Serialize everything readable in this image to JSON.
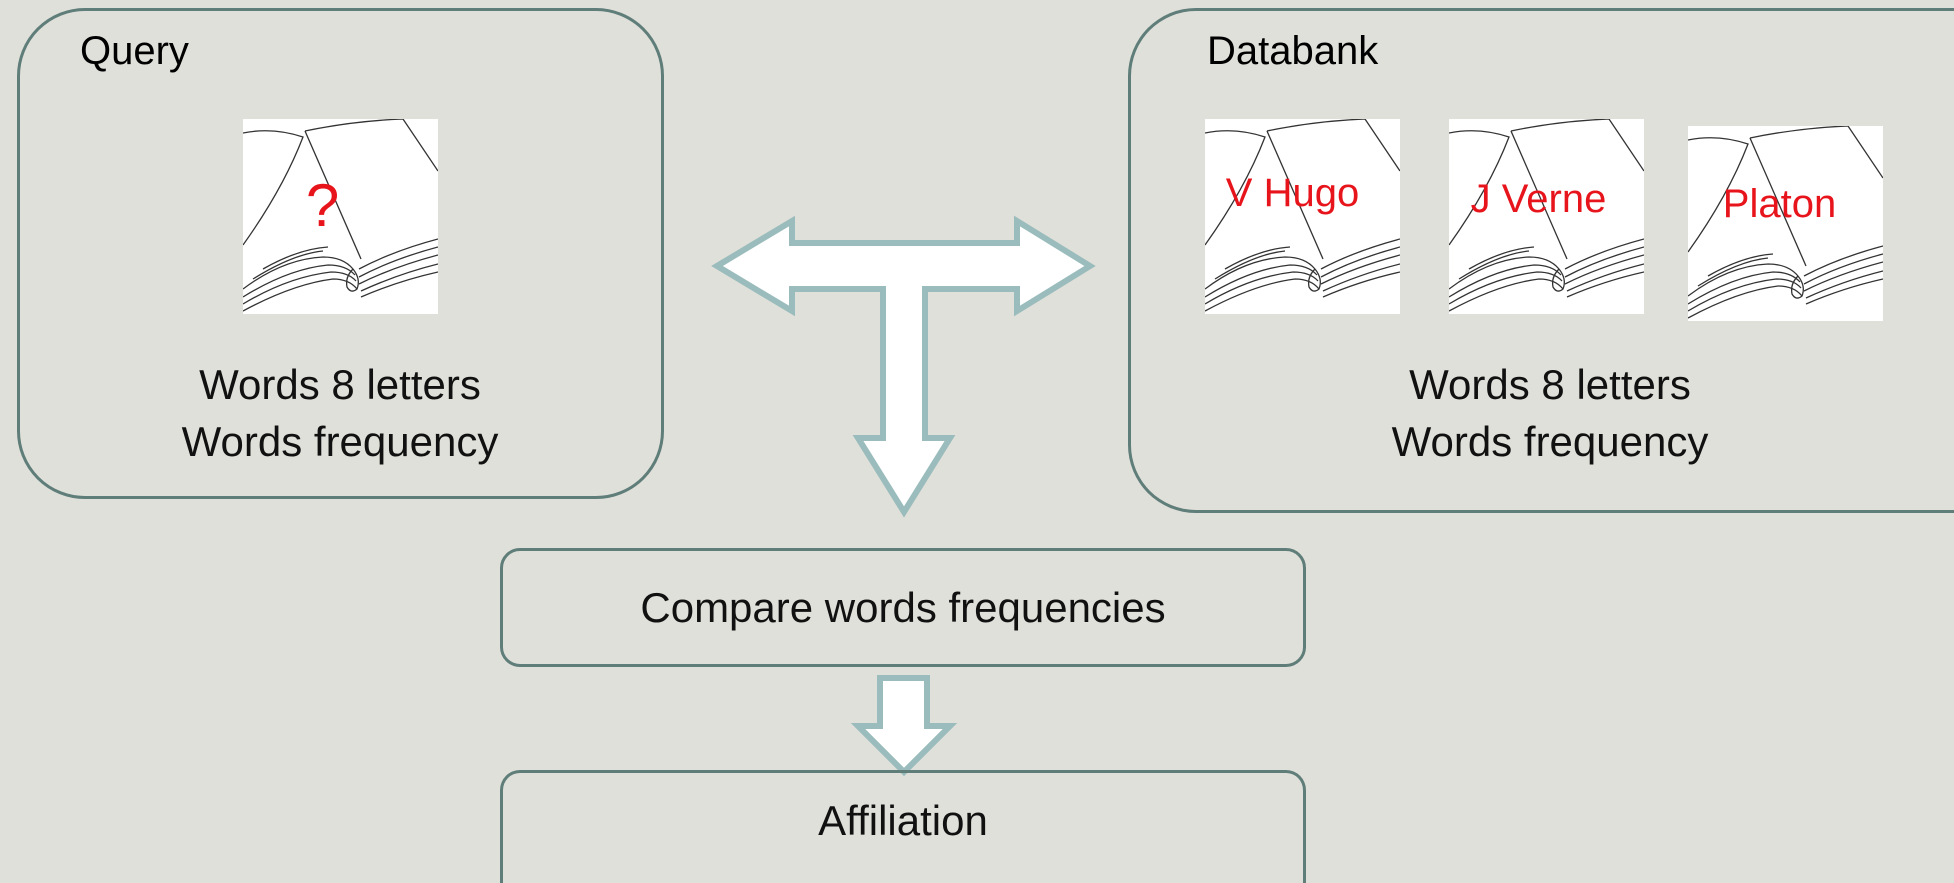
{
  "query": {
    "title": "Query",
    "book_label": "?",
    "lines": [
      "Words 8 letters",
      "Words frequency"
    ]
  },
  "databank": {
    "title": "Databank",
    "books": [
      {
        "label": "V Hugo"
      },
      {
        "label": "J Verne"
      },
      {
        "label": "Platon"
      }
    ],
    "lines": [
      "Words 8 letters",
      "Words frequency"
    ]
  },
  "steps": {
    "compare": "Compare words frequencies",
    "result": "Affiliation"
  },
  "colors": {
    "background": "#e0e0da",
    "border": "#5f7d79",
    "arrow_stroke": "#9bbcbc",
    "arrow_fill": "#ffffff",
    "book_label": "#e8141c"
  },
  "icons": {
    "book": "open-book-icon",
    "arrow_t": "t-junction-arrow",
    "arrow_down": "down-arrow"
  }
}
